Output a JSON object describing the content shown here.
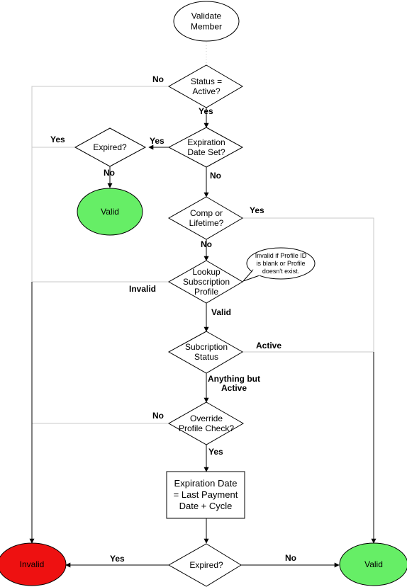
{
  "nodes": {
    "validate_member": [
      "Validate",
      "Member"
    ],
    "status_active": [
      "Status =",
      "Active?"
    ],
    "expiration_date_set": [
      "Expiration",
      "Date Set?"
    ],
    "expired_top": [
      "Expired?"
    ],
    "valid_top": [
      "Valid"
    ],
    "comp_lifetime": [
      "Comp or",
      "Lifetime?"
    ],
    "lookup_profile": [
      "Lookup",
      "Subscription",
      "Profile"
    ],
    "subscription_status": [
      "Subcription",
      "Status"
    ],
    "override_check": [
      "Override",
      "Profile Check?"
    ],
    "expiration_calc": [
      "Expiration Date",
      "= Last Payment",
      "Date + Cycle"
    ],
    "expired_bottom": [
      "Expired?"
    ],
    "invalid_final": [
      "Invalid"
    ],
    "valid_final": [
      "Valid"
    ]
  },
  "note": [
    "Invalid if Profile ID",
    "is blank or Profile",
    "doesn't exist."
  ],
  "labels": {
    "status_no": "No",
    "status_yes": "Yes",
    "exp_set_yes": "Yes",
    "exp_set_no": "No",
    "expired_top_yes": "Yes",
    "expired_top_no": "No",
    "comp_yes": "Yes",
    "comp_no": "No",
    "lookup_invalid": "Invalid",
    "lookup_valid": "Valid",
    "sub_active": "Active",
    "sub_other": [
      "Anything but",
      "Active"
    ],
    "override_no": "No",
    "override_yes": "Yes",
    "expired_bottom_yes": "Yes",
    "expired_bottom_no": "No"
  },
  "colors": {
    "valid_fill": "#66ee66",
    "invalid_fill": "#ee1111",
    "line": "#000000",
    "guide": "#c8c8c8"
  }
}
